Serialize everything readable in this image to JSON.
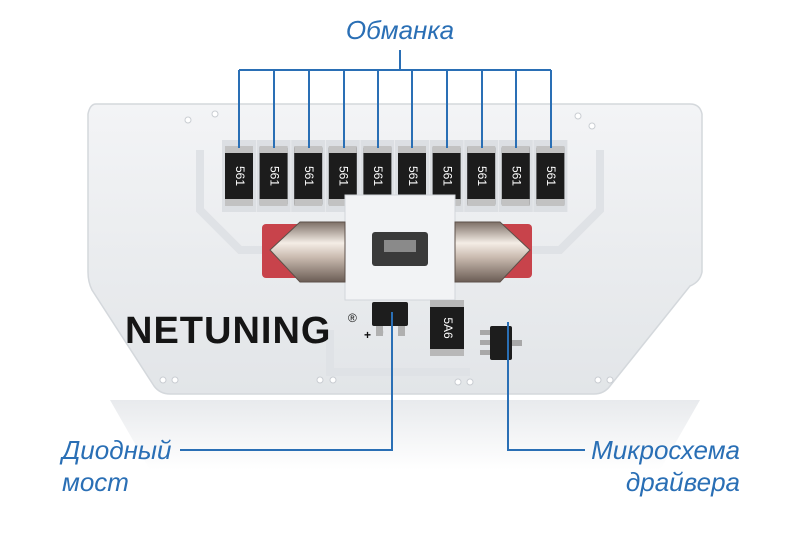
{
  "labels": {
    "top": "Обманка",
    "left_line1": "Диодный",
    "left_line2": "мост",
    "right_line1": "Микросхема",
    "right_line2": "драйвера"
  },
  "board": {
    "brand": "NETUNING",
    "brand_mark": "®",
    "resistor_code": "561",
    "small_chip_code": "5A6",
    "polarity": "+"
  },
  "colors": {
    "callout_blue": "#2a6fb5",
    "board": "#e9ecef",
    "chip": "#1a1a1a"
  }
}
